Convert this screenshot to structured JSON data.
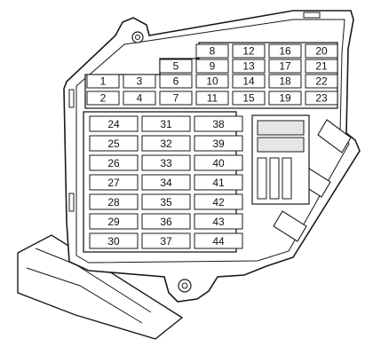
{
  "fuse_box": {
    "small_fuses": [
      {
        "id": "f1",
        "label": "1"
      },
      {
        "id": "f2",
        "label": "2"
      },
      {
        "id": "f3",
        "label": "3"
      },
      {
        "id": "f4",
        "label": "4"
      },
      {
        "id": "f5",
        "label": "5"
      },
      {
        "id": "f6",
        "label": "6"
      },
      {
        "id": "f7",
        "label": "7"
      },
      {
        "id": "f8",
        "label": "8"
      },
      {
        "id": "f9",
        "label": "9"
      },
      {
        "id": "f10",
        "label": "10"
      },
      {
        "id": "f11",
        "label": "11"
      },
      {
        "id": "f12",
        "label": "12"
      },
      {
        "id": "f13",
        "label": "13"
      },
      {
        "id": "f14",
        "label": "14"
      },
      {
        "id": "f15",
        "label": "15"
      },
      {
        "id": "f16",
        "label": "16"
      },
      {
        "id": "f17",
        "label": "17"
      },
      {
        "id": "f18",
        "label": "18"
      },
      {
        "id": "f19",
        "label": "19"
      },
      {
        "id": "f20",
        "label": "20"
      },
      {
        "id": "f21",
        "label": "21"
      },
      {
        "id": "f22",
        "label": "22"
      },
      {
        "id": "f23",
        "label": "23"
      }
    ],
    "large_fuses": [
      {
        "id": "f24",
        "label": "24"
      },
      {
        "id": "f25",
        "label": "25"
      },
      {
        "id": "f26",
        "label": "26"
      },
      {
        "id": "f27",
        "label": "27"
      },
      {
        "id": "f28",
        "label": "28"
      },
      {
        "id": "f29",
        "label": "29"
      },
      {
        "id": "f30",
        "label": "30"
      },
      {
        "id": "f31",
        "label": "31"
      },
      {
        "id": "f32",
        "label": "32"
      },
      {
        "id": "f33",
        "label": "33"
      },
      {
        "id": "f34",
        "label": "34"
      },
      {
        "id": "f35",
        "label": "35"
      },
      {
        "id": "f36",
        "label": "36"
      },
      {
        "id": "f37",
        "label": "37"
      },
      {
        "id": "f38",
        "label": "38"
      },
      {
        "id": "f39",
        "label": "39"
      },
      {
        "id": "f40",
        "label": "40"
      },
      {
        "id": "f41",
        "label": "41"
      },
      {
        "id": "f42",
        "label": "42"
      },
      {
        "id": "f43",
        "label": "43"
      },
      {
        "id": "f44",
        "label": "44"
      }
    ]
  },
  "colors": {
    "line": "#1a1a1a",
    "fill": "#ffffff",
    "relay": "#e6e6e6"
  }
}
